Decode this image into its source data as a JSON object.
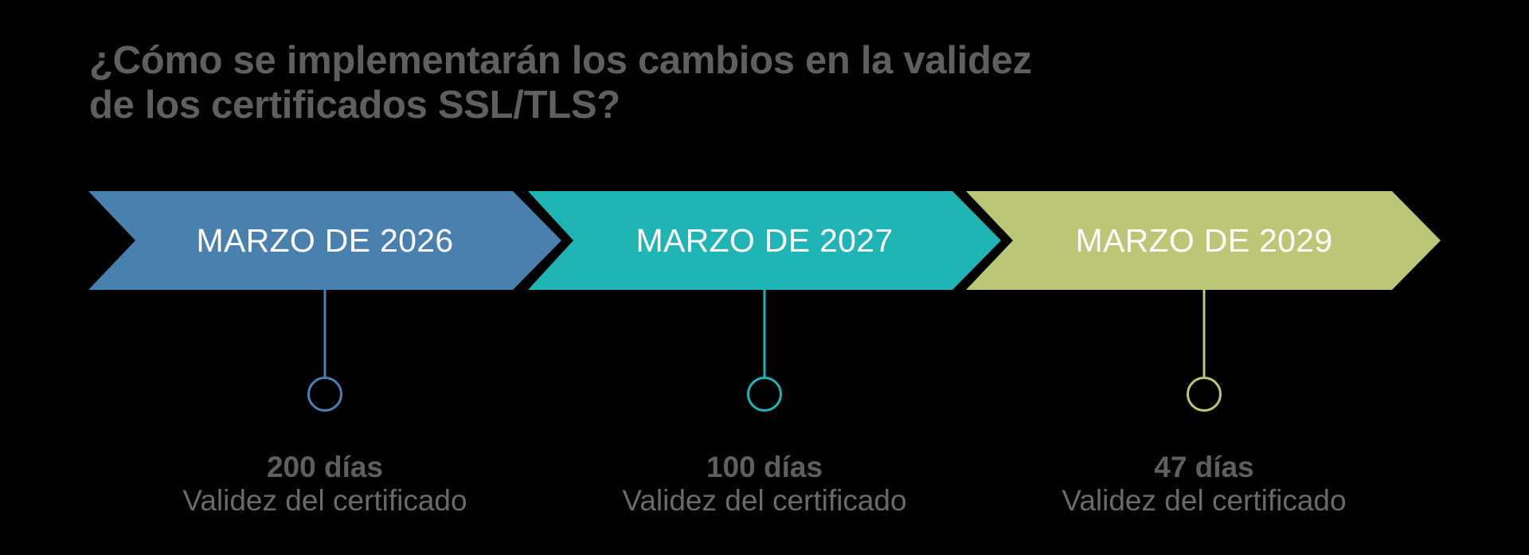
{
  "title": {
    "line1": "¿Cómo se implementarán los cambios en la validez",
    "line2": "de los certificados SSL/TLS?"
  },
  "colors": {
    "background": "#000000",
    "title_text": "#5f5f5f",
    "label_text": "#ffffff",
    "caption_text": "#5f5f5f"
  },
  "milestones": [
    {
      "date_label": "MARZO DE 2026",
      "days": "200 días",
      "subtitle": "Validez del certificado",
      "color": "#4a80ae"
    },
    {
      "date_label": "MARZO DE 2027",
      "days": "100 días",
      "subtitle": "Validez del certificado",
      "color": "#1fb5b5"
    },
    {
      "date_label": "MARZO DE 2029",
      "days": "47 días",
      "subtitle": "Validez del certificado",
      "color": "#bbc676"
    }
  ]
}
